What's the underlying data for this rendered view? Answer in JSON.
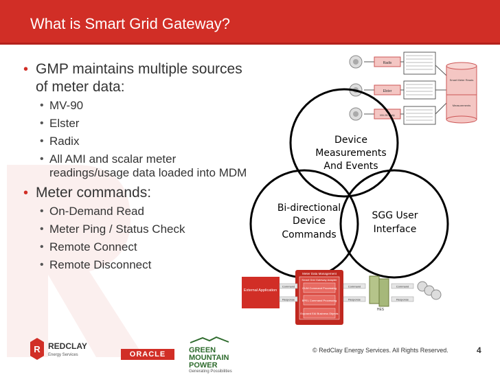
{
  "header": {
    "title": "What is Smart Grid Gateway?"
  },
  "bullets": {
    "group1": "GMP maintains multiple sources of meter data:",
    "sub1": [
      "MV-90",
      "Elster",
      "Radix",
      "All AMI and scalar meter readings/usage data loaded into MDM"
    ],
    "group2": "Meter commands:",
    "sub2": [
      "On-Demand Read",
      "Meter Ping / Status Check",
      "Remote Connect",
      "Remote Disconnect"
    ]
  },
  "venn": {
    "top": [
      "Device",
      "Measurements",
      "And Events"
    ],
    "left": [
      "Bi-directional",
      "Device",
      "Commands"
    ],
    "right": [
      "SGG User",
      "Interface"
    ]
  },
  "diagram_top": {
    "sources": [
      "Radix",
      "Elster",
      "MV-90 Daily"
    ],
    "db_labels": [
      "Smart Meter Reads",
      "Measurements"
    ]
  },
  "diagram_bottom": {
    "external": "External Application",
    "mdm_title": "Meter Data Management",
    "adapter": "Smart Grid Gateway Adapter",
    "oum": "OUM Command Processing",
    "bpel": "BPEL Command Processing",
    "exposed": "Exposed EAI Business Objects",
    "command": "Command",
    "response": "Response",
    "hes": "HES"
  },
  "footer": {
    "copyright": "© RedClay Energy Services. All Rights Reserved.",
    "page": "4",
    "redclay_name": "REDCLAY",
    "redclay_sub": "Energy Services",
    "oracle": "ORACLE",
    "gmp_lines": [
      "GREEN",
      "MOUNTAIN",
      "POWER"
    ],
    "gmp_tag": "Generating Possibilities"
  },
  "colors": {
    "brand_red": "#d12e26",
    "gmp_green": "#2e6b2d"
  }
}
